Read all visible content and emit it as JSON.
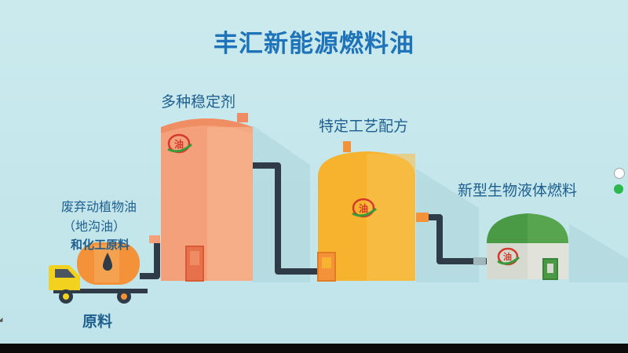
{
  "title": "丰汇新能源燃料油",
  "labels": {
    "tank1": "多种稳定剂",
    "tank2": "特定工艺配方",
    "tank3": "新型生物液体燃料",
    "raw_line1": "废弃动植物油",
    "raw_line2": "（地沟油）",
    "raw_line3": "和化工原料",
    "raw_caption": "原料"
  },
  "logo_glyph": "油",
  "colors": {
    "title": "#1f73b8",
    "label": "#1f5f8f",
    "tank1": "#f4a07a",
    "tank2": "#f7b22e",
    "tank3_dome": "#4a9a45",
    "tank3_body": "#d6d9cf",
    "pipe": "#2f3b46",
    "truck_cab": "#f2d21f",
    "truck_tank": "#f39238"
  },
  "icons": [
    "clock-icon",
    "wechat-icon"
  ]
}
